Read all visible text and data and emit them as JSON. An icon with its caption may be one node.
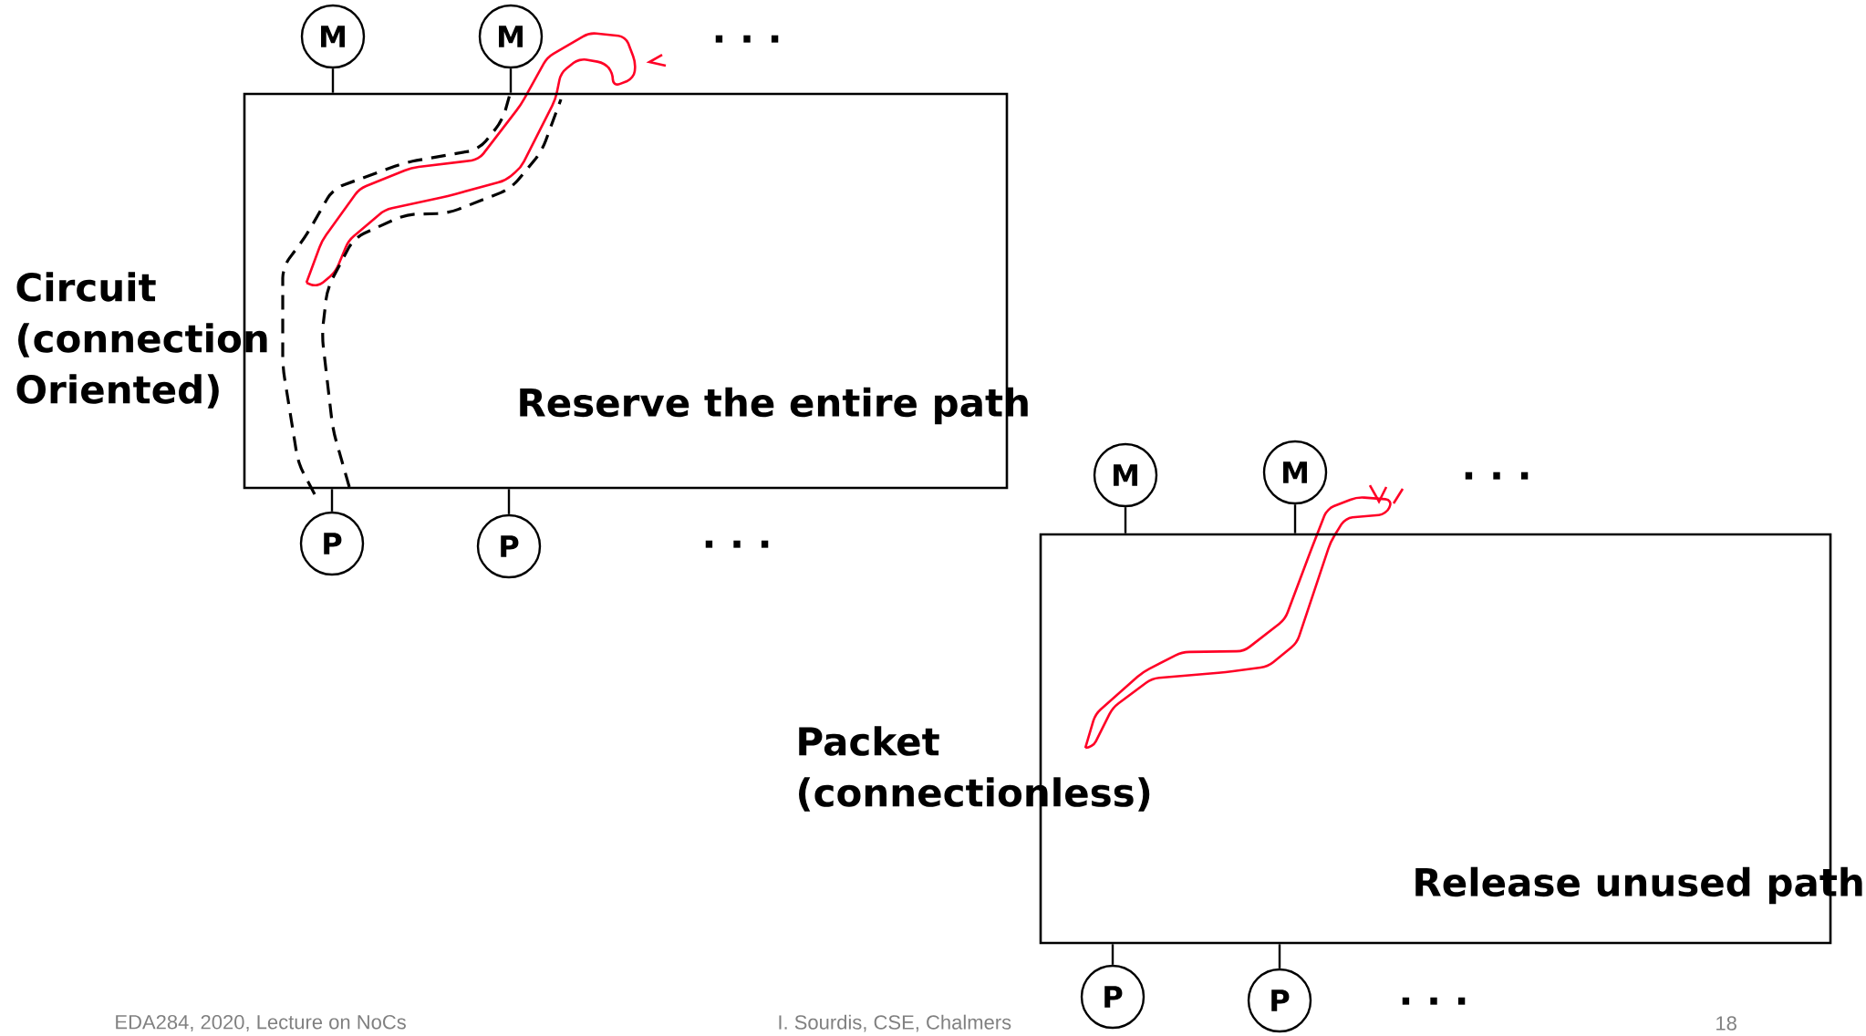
{
  "diagram": {
    "nodes": [
      {
        "text": [
          "Reserve the entire path"
        ]
      },
      {
        "text": [
          "M"
        ]
      },
      {
        "text": [
          "M"
        ]
      },
      {
        "text": [
          "P"
        ]
      },
      {
        "text": [
          "P"
        ]
      },
      {
        "text": [
          "Release unused path"
        ]
      },
      {
        "text": [
          "M"
        ]
      },
      {
        "text": [
          "M"
        ]
      },
      {
        "text": [
          "P"
        ]
      },
      {
        "text": [
          "P"
        ]
      }
    ],
    "edges": [
      {
        "from": 1,
        "to": 0,
        "arrow": "none"
      },
      {
        "from": 2,
        "to": 0,
        "arrow": "none"
      },
      {
        "from": 3,
        "to": 0,
        "arrow": "none"
      },
      {
        "from": 4,
        "to": 0,
        "arrow": "none"
      },
      {
        "from": 6,
        "to": 5,
        "arrow": "none"
      },
      {
        "from": 7,
        "to": 5,
        "arrow": "none"
      },
      {
        "from": 8,
        "to": 5,
        "arrow": "none"
      },
      {
        "from": 9,
        "to": 5,
        "arrow": "none"
      }
    ],
    "labels": [
      "· · ·",
      "Circuit (connection Oriented)",
      "· · ·",
      "· · ·",
      "Packet (connectionless)",
      "· · ·",
      "EDA284, 2020, Lecture on NoCs",
      "I. Sourdis, CSE, Chalmers",
      "18"
    ]
  }
}
